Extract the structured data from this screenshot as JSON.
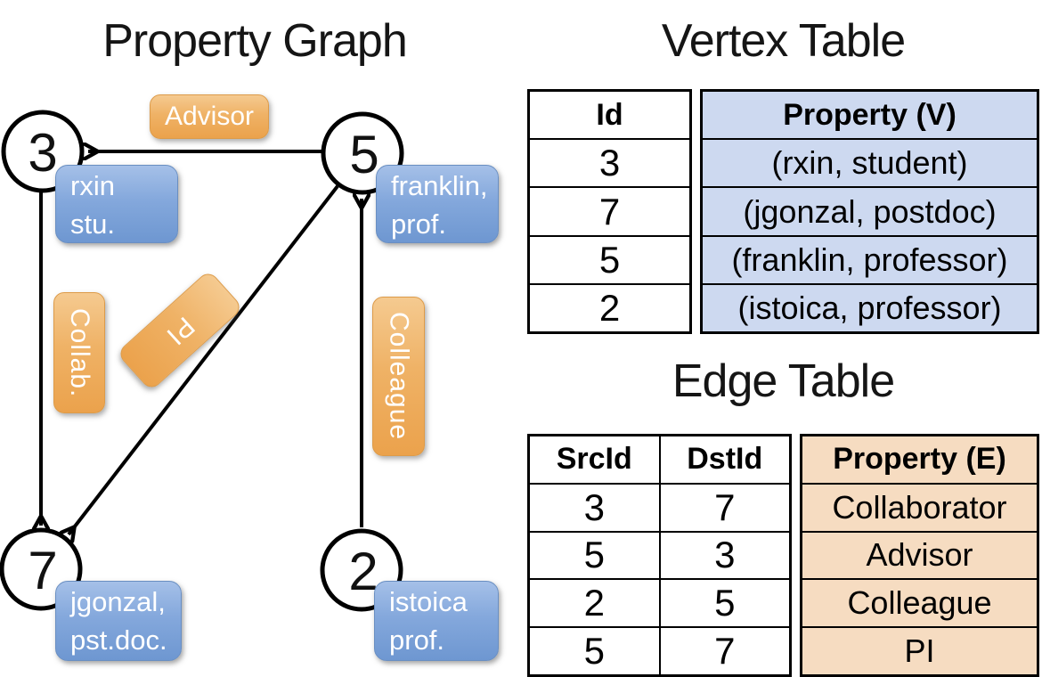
{
  "graph": {
    "title": "Property Graph",
    "nodes": [
      {
        "id": "3"
      },
      {
        "id": "5"
      },
      {
        "id": "7"
      },
      {
        "id": "2"
      }
    ],
    "node_properties": [
      {
        "line1": "rxin",
        "line2": "stu."
      },
      {
        "line1": "franklin,",
        "line2": "prof."
      },
      {
        "line1": "jgonzal,",
        "line2": "pst.doc."
      },
      {
        "line1": "istoica",
        "line2": "prof."
      }
    ],
    "edge_labels": [
      {
        "text": "Advisor"
      },
      {
        "text": "Collab."
      },
      {
        "text": "PI"
      },
      {
        "text": "Colleague"
      }
    ]
  },
  "vertex_table": {
    "title": "Vertex Table",
    "id_header": "Id",
    "property_header": "Property (V)",
    "rows": [
      {
        "id": "3",
        "property": "(rxin, student)"
      },
      {
        "id": "7",
        "property": "(jgonzal, postdoc)"
      },
      {
        "id": "5",
        "property": "(franklin, professor)"
      },
      {
        "id": "2",
        "property": "(istoica, professor)"
      }
    ]
  },
  "edge_table": {
    "title": "Edge Table",
    "src_header": "SrcId",
    "dst_header": "DstId",
    "property_header": "Property (E)",
    "rows": [
      {
        "src": "3",
        "dst": "7",
        "property": "Collaborator"
      },
      {
        "src": "5",
        "dst": "3",
        "property": "Advisor"
      },
      {
        "src": "2",
        "dst": "5",
        "property": "Colleague"
      },
      {
        "src": "5",
        "dst": "7",
        "property": "PI"
      }
    ]
  },
  "colors": {
    "edge_label_fill": "#eba24c",
    "vertex_label_fill": "#7ba2d8",
    "vertex_cell_bg": "#cdd9f0",
    "edge_cell_bg": "#f6dcc1",
    "line_color": "#000000"
  }
}
